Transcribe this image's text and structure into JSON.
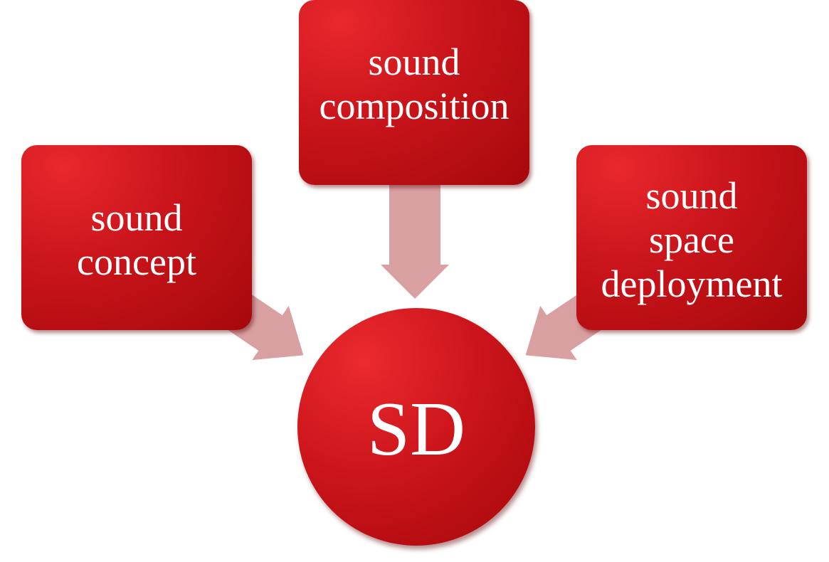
{
  "diagram": {
    "center": {
      "label": "SD"
    },
    "nodes": [
      {
        "id": "composition",
        "label": "sound\ncomposition"
      },
      {
        "id": "concept",
        "label": "sound\nconcept"
      },
      {
        "id": "space",
        "label": "sound\nspace\ndeployment"
      }
    ],
    "edges": [
      {
        "from": "composition",
        "to": "center"
      },
      {
        "from": "concept",
        "to": "center"
      },
      {
        "from": "space",
        "to": "center"
      }
    ]
  },
  "colors": {
    "node_fill": "#c8141a",
    "node_highlight": "#e8282c",
    "node_shadow": "#a6080c",
    "arrow_fill": "#d9a0a2",
    "text": "#ffffff"
  }
}
